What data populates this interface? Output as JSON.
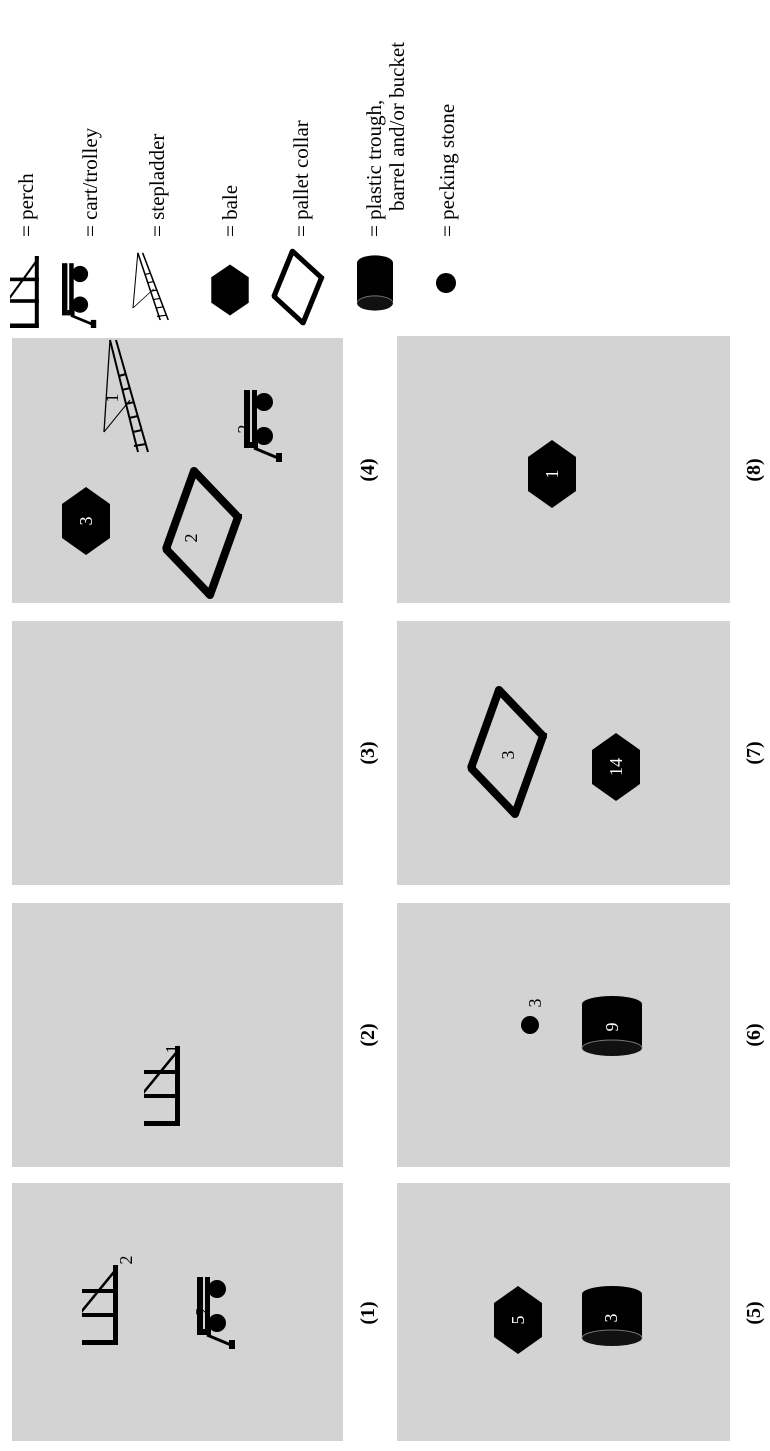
{
  "panels": [
    {
      "id": "1",
      "label": "(1)",
      "perch": "2",
      "cart": "2"
    },
    {
      "id": "2",
      "label": "(2)",
      "perch": "1"
    },
    {
      "id": "3",
      "label": "(3)"
    },
    {
      "id": "4",
      "label": "(4)",
      "bale": "3",
      "stepladder": "1",
      "pallet_collar": "2",
      "cart": "2"
    },
    {
      "id": "5",
      "label": "(5)",
      "bale": "5",
      "trough": "3"
    },
    {
      "id": "6",
      "label": "(6)",
      "pecking_stone": "3",
      "trough": "9"
    },
    {
      "id": "7",
      "label": "(7)",
      "pallet_collar": "3",
      "bale": "14"
    },
    {
      "id": "8",
      "label": "(8)",
      "bale": "1"
    }
  ],
  "legend": {
    "perch": "= perch",
    "cart": "= cart/trolley",
    "stepladder": "= stepladder",
    "bale": "= bale",
    "pallet_collar": "= pallet collar",
    "trough_line1": "= plastic trough,",
    "trough_line2": "barrel and/or bucket",
    "pecking_stone": "= pecking stone"
  }
}
